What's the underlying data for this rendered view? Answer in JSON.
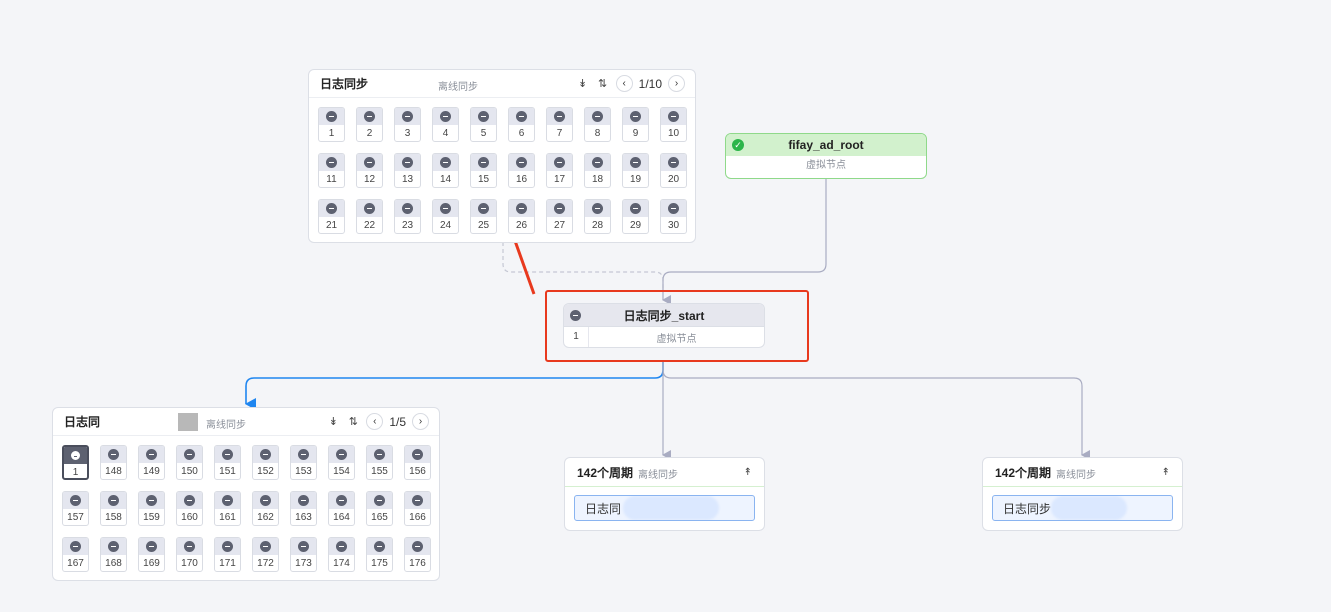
{
  "top_group": {
    "title": "日志同步",
    "subtitle": "离线同步",
    "pager": "1/10",
    "instances": [
      "1",
      "2",
      "3",
      "4",
      "5",
      "6",
      "7",
      "8",
      "9",
      "10",
      "11",
      "12",
      "13",
      "14",
      "15",
      "16",
      "17",
      "18",
      "19",
      "20",
      "21",
      "22",
      "23",
      "24",
      "25",
      "26",
      "27",
      "28",
      "29",
      "30"
    ]
  },
  "root_node": {
    "title": "fifay_ad_root",
    "subtitle": "虚拟节点",
    "status": "success"
  },
  "start_node": {
    "title": "日志同步_start",
    "instance": "1",
    "subtitle": "虚拟节点"
  },
  "left_group": {
    "title": "日志同",
    "subtitle": "离线同步",
    "pager": "1/5",
    "selected_index": 0,
    "instances": [
      "1",
      "148",
      "149",
      "150",
      "151",
      "152",
      "153",
      "154",
      "155",
      "156",
      "157",
      "158",
      "159",
      "160",
      "161",
      "162",
      "163",
      "164",
      "165",
      "166",
      "167",
      "168",
      "169",
      "170",
      "171",
      "172",
      "173",
      "174",
      "175",
      "176"
    ]
  },
  "cycle_nodes": [
    {
      "title": "142个周期",
      "subtitle": "离线同步",
      "item": "日志同"
    },
    {
      "title": "142个周期",
      "subtitle": "离线同步",
      "item": "日志同步"
    }
  ],
  "icons": {
    "collapse": "double-chevron-down-icon",
    "sort": "sort-arrows-icon",
    "prev": "chevron-left-icon",
    "next": "chevron-right-icon",
    "expand": "double-chevron-up-icon",
    "check": "check-circle-icon",
    "minus": "minus-circle-icon"
  },
  "colors": {
    "edge": "#a9acc2",
    "active_edge": "#1f86f0",
    "annotation": "#e8391e",
    "success": "#2cb54a"
  }
}
